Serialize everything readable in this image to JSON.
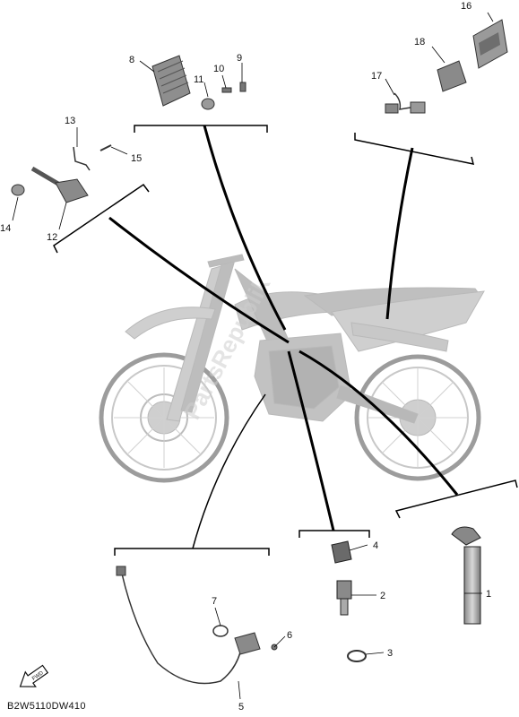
{
  "diagram": {
    "code": "B2W5110DW410",
    "watermark": "PartsRepublik",
    "callouts": [
      "1",
      "2",
      "3",
      "4",
      "5",
      "6",
      "7",
      "8",
      "9",
      "10",
      "11",
      "12",
      "13",
      "14",
      "15",
      "16",
      "17",
      "18"
    ],
    "direction_icon": "front-arrow-icon"
  }
}
